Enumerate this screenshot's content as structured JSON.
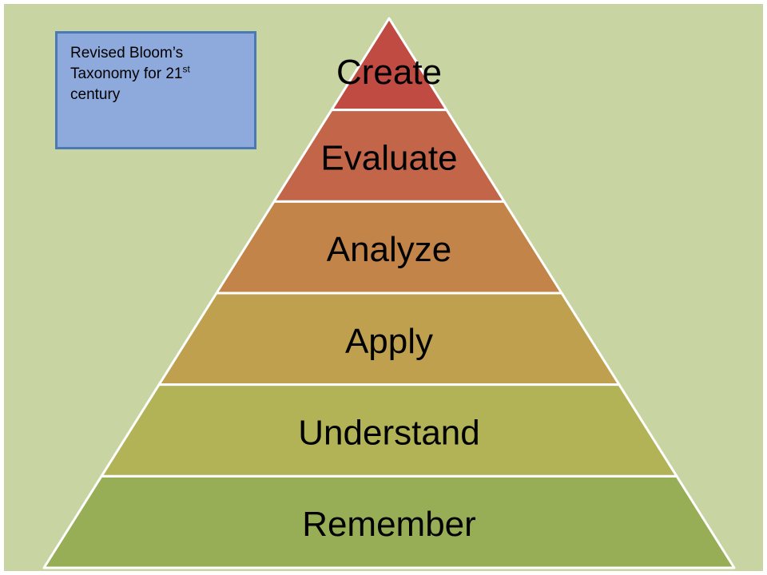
{
  "slide": {
    "background": "#c8d5a2",
    "frame_color": "#ffffff"
  },
  "callout": {
    "text_before": "Revised Bloom’s Taxonomy for 21",
    "superscript": "st",
    "text_after": " century",
    "fill": "#8ea9db",
    "border_color": "#4a79b8",
    "text_color": "#000000"
  },
  "pyramid": {
    "stroke_color": "#ffffff",
    "label_color": "#000000",
    "levels": [
      {
        "label": "Create",
        "color": "#bf4b42"
      },
      {
        "label": "Evaluate",
        "color": "#c26549"
      },
      {
        "label": "Analyze",
        "color": "#c28449"
      },
      {
        "label": "Apply",
        "color": "#bfa04e"
      },
      {
        "label": "Understand",
        "color": "#b1b356"
      },
      {
        "label": "Remember",
        "color": "#97ae57"
      }
    ]
  }
}
